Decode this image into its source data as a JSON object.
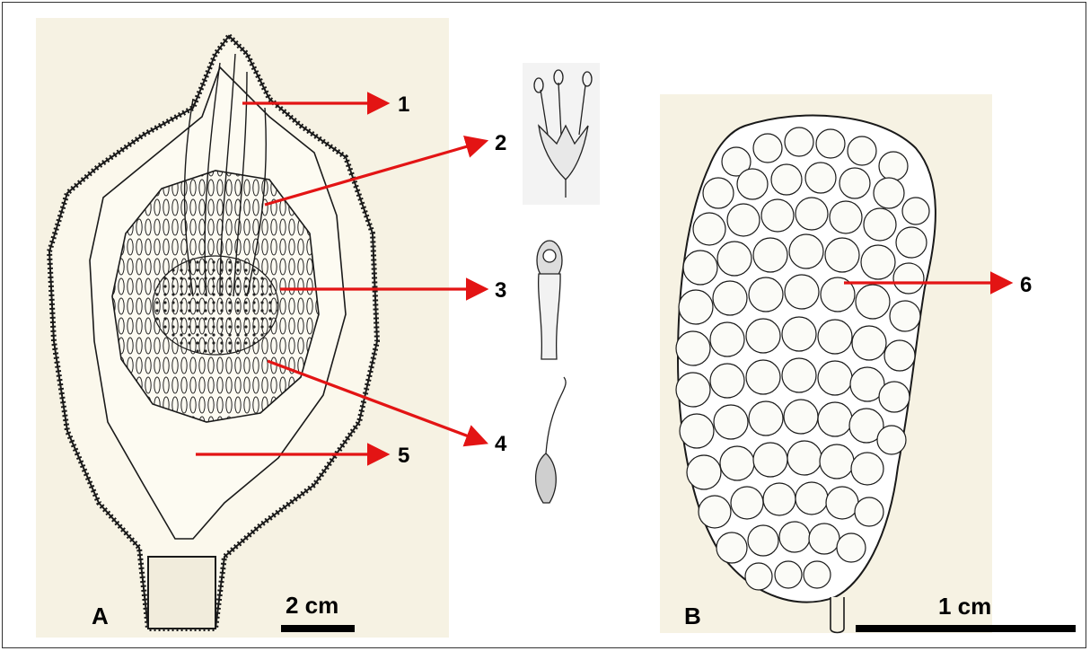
{
  "panels": [
    {
      "letter": "A",
      "scale_label": "2 cm"
    },
    {
      "letter": "B",
      "scale_label": "1 cm"
    }
  ],
  "callouts": [
    "1",
    "2",
    "3",
    "4",
    "5",
    "6"
  ],
  "colors": {
    "arrow": "#e31414",
    "ink": "#1a1a1a",
    "paper": "#f6f2e3",
    "flesh": "#fbf8ec"
  }
}
